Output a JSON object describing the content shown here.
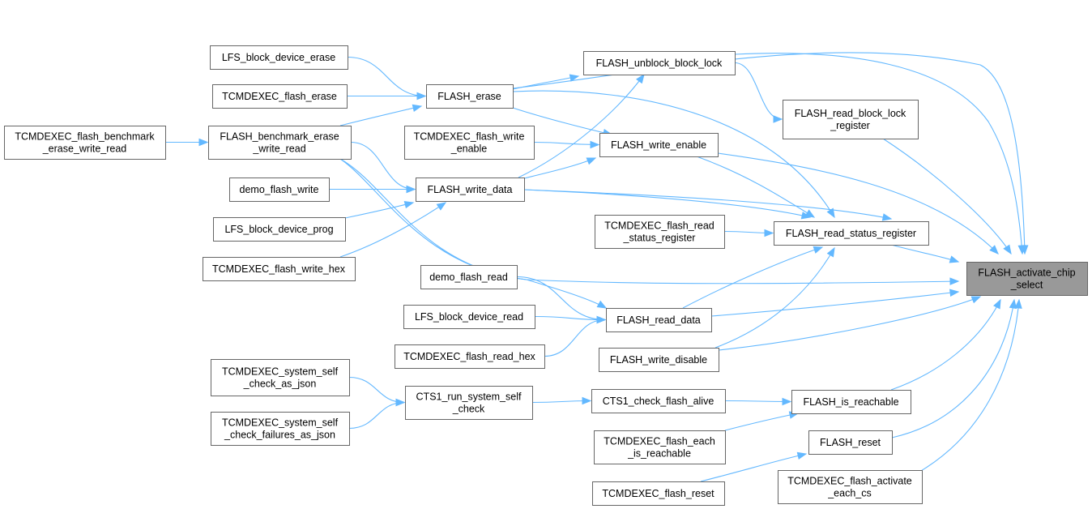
{
  "title": "",
  "colors": {
    "edge": "#63b8ff",
    "node_border": "#666666",
    "node_fill": "#ffffff",
    "root_fill": "#999999"
  },
  "nodes": {
    "root": {
      "lines": [
        "FLASH_activate_chip",
        "_select"
      ]
    },
    "n_unblock": {
      "lines": [
        "FLASH_unblock_block_lock"
      ]
    },
    "n_erase": {
      "lines": [
        "FLASH_erase"
      ]
    },
    "n_lfs_erase": {
      "lines": [
        "LFS_block_device_erase"
      ]
    },
    "n_tcm_erase": {
      "lines": [
        "TCMDEXEC_flash_erase"
      ]
    },
    "n_bench_erw": {
      "lines": [
        "FLASH_benchmark_erase",
        "_write_read"
      ]
    },
    "n_tcm_bench": {
      "lines": [
        "TCMDEXEC_flash_benchmark",
        "_erase_write_read"
      ]
    },
    "n_read_bl": {
      "lines": [
        "FLASH_read_block_lock",
        "_register"
      ]
    },
    "n_tcm_we": {
      "lines": [
        "TCMDEXEC_flash_write",
        "_enable"
      ]
    },
    "n_we": {
      "lines": [
        "FLASH_write_enable"
      ]
    },
    "n_demo_write": {
      "lines": [
        "demo_flash_write"
      ]
    },
    "n_write_data": {
      "lines": [
        "FLASH_write_data"
      ]
    },
    "n_lfs_prog": {
      "lines": [
        "LFS_block_device_prog"
      ]
    },
    "n_tcm_write_hex": {
      "lines": [
        "TCMDEXEC_flash_write_hex"
      ]
    },
    "n_tcm_rsr": {
      "lines": [
        "TCMDEXEC_flash_read",
        "_status_register"
      ]
    },
    "n_rsr": {
      "lines": [
        "FLASH_read_status_register"
      ]
    },
    "n_demo_read": {
      "lines": [
        "demo_flash_read"
      ]
    },
    "n_lfs_read": {
      "lines": [
        "LFS_block_device_read"
      ]
    },
    "n_read_data": {
      "lines": [
        "FLASH_read_data"
      ]
    },
    "n_tcm_read_hex": {
      "lines": [
        "TCMDEXEC_flash_read_hex"
      ]
    },
    "n_wd": {
      "lines": [
        "FLASH_write_disable"
      ]
    },
    "n_tcm_sc_json": {
      "lines": [
        "TCMDEXEC_system_self",
        "_check_as_json"
      ]
    },
    "n_cts1_self": {
      "lines": [
        "CTS1_run_system_self",
        "_check"
      ]
    },
    "n_cts1_alive": {
      "lines": [
        "CTS1_check_flash_alive"
      ]
    },
    "n_is_reach": {
      "lines": [
        "FLASH_is_reachable"
      ]
    },
    "n_tcm_scf_json": {
      "lines": [
        "TCMDEXEC_system_self",
        "_check_failures_as_json"
      ]
    },
    "n_tcm_each_reach": {
      "lines": [
        "TCMDEXEC_flash_each",
        "_is_reachable"
      ]
    },
    "n_reset": {
      "lines": [
        "FLASH_reset"
      ]
    },
    "n_tcm_reset": {
      "lines": [
        "TCMDEXEC_flash_reset"
      ]
    },
    "n_tcm_act_cs": {
      "lines": [
        "TCMDEXEC_flash_activate",
        "_each_cs"
      ]
    }
  },
  "edges": [
    [
      "n_erase",
      "root"
    ],
    [
      "n_unblock",
      "root"
    ],
    [
      "n_read_bl",
      "root"
    ],
    [
      "n_we",
      "root"
    ],
    [
      "n_write_data",
      "root"
    ],
    [
      "n_rsr",
      "root"
    ],
    [
      "n_bench_erw",
      "root"
    ],
    [
      "n_read_data",
      "root"
    ],
    [
      "n_wd",
      "root"
    ],
    [
      "n_is_reach",
      "root"
    ],
    [
      "n_reset",
      "root"
    ],
    [
      "n_tcm_act_cs",
      "root"
    ],
    [
      "n_lfs_erase",
      "n_erase"
    ],
    [
      "n_tcm_erase",
      "n_erase"
    ],
    [
      "n_bench_erw",
      "n_erase"
    ],
    [
      "n_erase",
      "n_unblock"
    ],
    [
      "n_write_data",
      "n_unblock"
    ],
    [
      "n_unblock",
      "n_read_bl"
    ],
    [
      "n_erase",
      "n_we"
    ],
    [
      "n_tcm_we",
      "n_we"
    ],
    [
      "n_write_data",
      "n_we"
    ],
    [
      "n_tcm_bench",
      "n_bench_erw"
    ],
    [
      "n_bench_erw",
      "n_write_data"
    ],
    [
      "n_demo_write",
      "n_write_data"
    ],
    [
      "n_lfs_prog",
      "n_write_data"
    ],
    [
      "n_tcm_write_hex",
      "n_write_data"
    ],
    [
      "n_erase",
      "n_rsr"
    ],
    [
      "n_we",
      "n_rsr"
    ],
    [
      "n_write_data",
      "n_rsr"
    ],
    [
      "n_tcm_rsr",
      "n_rsr"
    ],
    [
      "n_read_data",
      "n_rsr"
    ],
    [
      "n_wd",
      "n_rsr"
    ],
    [
      "n_demo_read",
      "n_read_data"
    ],
    [
      "n_lfs_read",
      "n_read_data"
    ],
    [
      "n_tcm_read_hex",
      "n_read_data"
    ],
    [
      "n_bench_erw",
      "n_read_data"
    ],
    [
      "n_tcm_sc_json",
      "n_cts1_self"
    ],
    [
      "n_tcm_scf_json",
      "n_cts1_self"
    ],
    [
      "n_cts1_self",
      "n_cts1_alive"
    ],
    [
      "n_cts1_alive",
      "n_is_reach"
    ],
    [
      "n_tcm_each_reach",
      "n_is_reach"
    ],
    [
      "n_tcm_reset",
      "n_reset"
    ]
  ]
}
